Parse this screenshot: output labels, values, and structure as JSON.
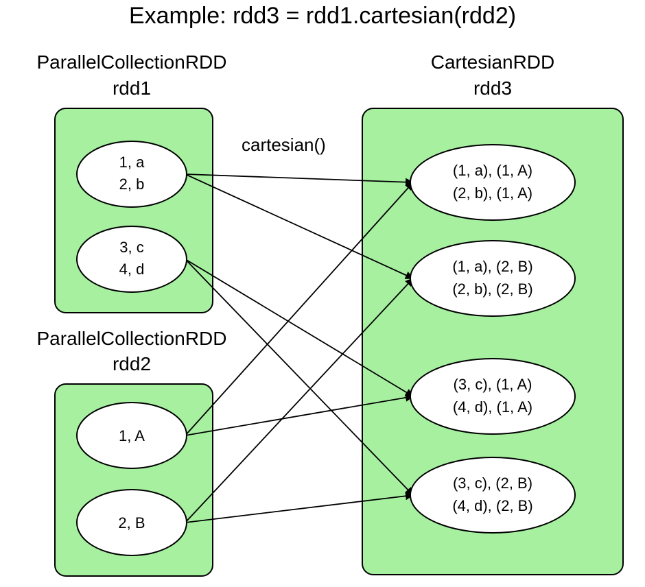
{
  "title": "Example: rdd3 = rdd1.cartesian(rdd2)",
  "operation_label": "cartesian()",
  "colors": {
    "container_fill": "#a6f0a0",
    "partition_fill": "#ffffff",
    "stroke": "#000000"
  },
  "rdds": [
    {
      "id": "rdd1",
      "type": "ParallelCollectionRDD",
      "name": "rdd1",
      "partitions": [
        {
          "id": "rdd1-p0",
          "lines": [
            "1, a",
            "2, b"
          ]
        },
        {
          "id": "rdd1-p1",
          "lines": [
            "3, c",
            "4, d"
          ]
        }
      ]
    },
    {
      "id": "rdd2",
      "type": "ParallelCollectionRDD",
      "name": "rdd2",
      "partitions": [
        {
          "id": "rdd2-p0",
          "lines": [
            "1, A"
          ]
        },
        {
          "id": "rdd2-p1",
          "lines": [
            "2, B"
          ]
        }
      ]
    },
    {
      "id": "rdd3",
      "type": "CartesianRDD",
      "name": "rdd3",
      "partitions": [
        {
          "id": "rdd3-p0",
          "lines": [
            "(1, a), (1, A)",
            "(2, b), (1, A)"
          ]
        },
        {
          "id": "rdd3-p1",
          "lines": [
            "(1, a), (2, B)",
            "(2, b), (2, B)"
          ]
        },
        {
          "id": "rdd3-p2",
          "lines": [
            "(3, c), (1, A)",
            "(4, d), (1, A)"
          ]
        },
        {
          "id": "rdd3-p3",
          "lines": [
            "(3, c), (2, B)",
            "(4, d), (2, B)"
          ]
        }
      ]
    }
  ],
  "edges": [
    {
      "from": "rdd1-p0",
      "to": "rdd3-p0"
    },
    {
      "from": "rdd1-p0",
      "to": "rdd3-p1"
    },
    {
      "from": "rdd1-p1",
      "to": "rdd3-p2"
    },
    {
      "from": "rdd1-p1",
      "to": "rdd3-p3"
    },
    {
      "from": "rdd2-p0",
      "to": "rdd3-p0"
    },
    {
      "from": "rdd2-p0",
      "to": "rdd3-p2"
    },
    {
      "from": "rdd2-p1",
      "to": "rdd3-p1"
    },
    {
      "from": "rdd2-p1",
      "to": "rdd3-p3"
    }
  ]
}
